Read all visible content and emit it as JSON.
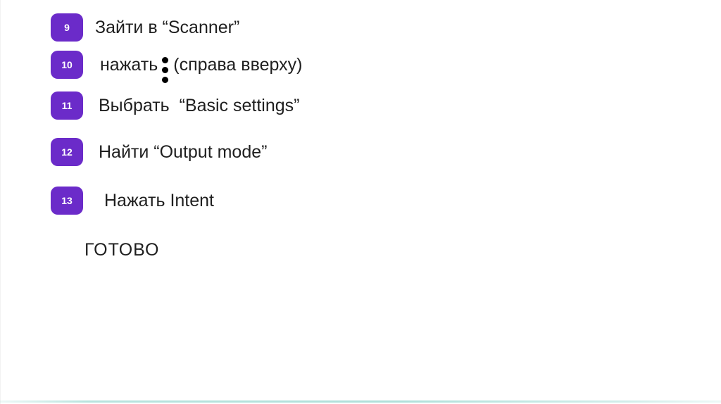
{
  "slide": {
    "background_color": "#ffffff",
    "accent_color": "#6b2bc9",
    "bottom_line_color": "#4fbaad",
    "steps": [
      {
        "number": "9",
        "text": "Зайти в “Scanner”"
      },
      {
        "number": "10",
        "text_before": "нажать",
        "icon": "kebab-menu-icon",
        "text_after": "(справа вверху)"
      },
      {
        "number": "11",
        "text": "Выбрать  “Basic settings”"
      },
      {
        "number": "12",
        "text": "Найти “Output mode”"
      },
      {
        "number": "13",
        "text": "Нажать Intent"
      }
    ],
    "done_label": "ГОТОВО"
  }
}
